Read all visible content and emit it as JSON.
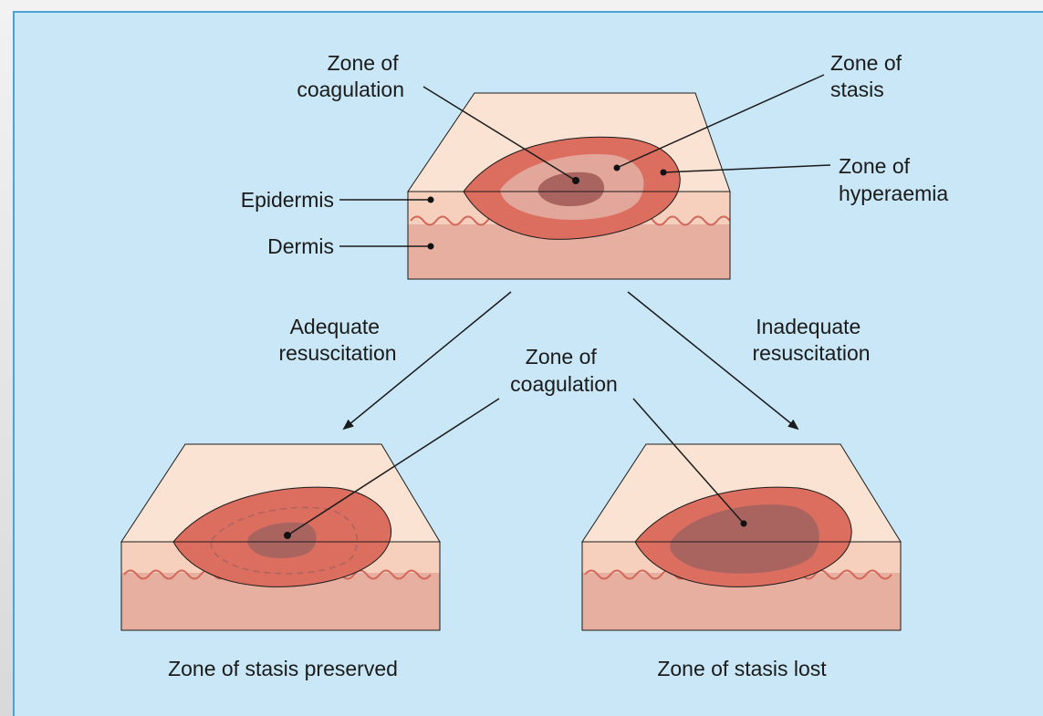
{
  "labels": {
    "zone_coagulation_top_1": "Zone of",
    "zone_coagulation_top_2": "coagulation",
    "zone_stasis_1": "Zone of",
    "zone_stasis_2": "stasis",
    "zone_hyperaemia_1": "Zone of",
    "zone_hyperaemia_2": "hyperaemia",
    "epidermis": "Epidermis",
    "dermis": "Dermis",
    "adequate_1": "Adequate",
    "adequate_2": "resuscitation",
    "inadequate_1": "Inadequate",
    "inadequate_2": "resuscitation",
    "zone_coagulation_mid_1": "Zone of",
    "zone_coagulation_mid_2": "coagulation",
    "caption_left": "Zone of stasis preserved",
    "caption_right": "Zone of stasis lost"
  },
  "colors": {
    "background": "#c9e7f6",
    "skin_top": "#fbe3d3",
    "epidermis": "#f6d0bd",
    "dermis": "#e7afa0",
    "hyperaemia": "#dc6e5f",
    "stasis": "#e2a79a",
    "coagulation": "#a9645f",
    "wavy_line": "#d2675a",
    "line": "#1b1b1b"
  }
}
